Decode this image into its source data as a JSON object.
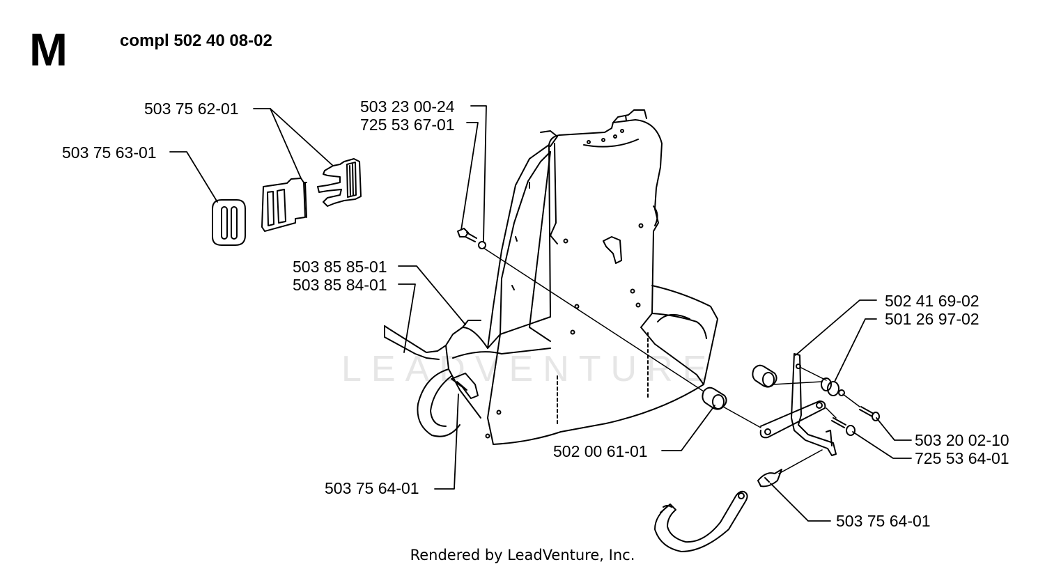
{
  "header": {
    "section_letter": "M",
    "assembly": "compl 502 40 08-02"
  },
  "parts": {
    "buckle": "503 75 62-01",
    "slide": "503 75 63-01",
    "screw_top": "503 23 00-24",
    "washer_top": "725 53 67-01",
    "strap_a": "503 85 85-01",
    "strap_b": "503 85 84-01",
    "clip_left": "503 75 64-01",
    "bracket": "502 41 69-02",
    "bushing": "501 26 97-02",
    "spacer": "502 00 61-01",
    "screw_right": "503 20 02-10",
    "washer_right": "725 53 64-01",
    "clip_right": "503 75 64-01"
  },
  "watermark": "LEADVENTURE",
  "footer": "Rendered by LeadVenture, Inc."
}
